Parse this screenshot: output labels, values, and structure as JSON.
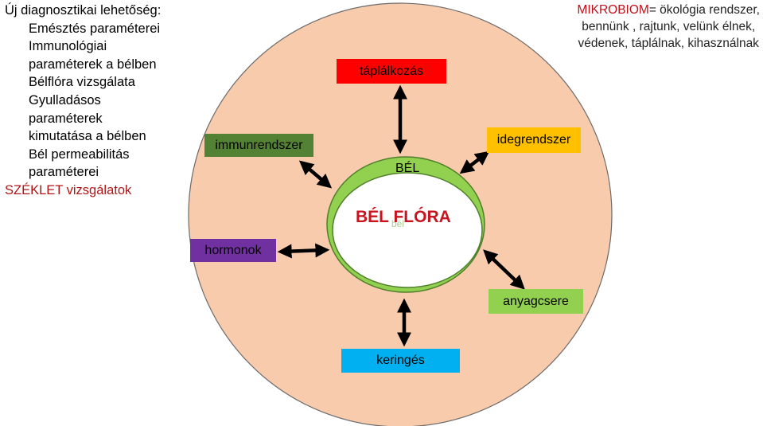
{
  "sidebar": {
    "title": "Új diagnosztikai lehetőség:",
    "items": [
      "Emésztés paraméterei",
      "Immunológiai",
      "paraméterek a bélben",
      "Bélflóra vizsgálata",
      "Gyulladásos",
      "paraméterek",
      "kimutatása a bélben",
      "Bél permeabilitás",
      "paraméterei"
    ],
    "footer": "SZÉKLET vizsgálatok"
  },
  "microbiom": {
    "lead": "MIKROBIOM",
    "line1_rest": "= ökológia rendszer,",
    "line2": "bennünk , rajtunk, velünk élnek,",
    "line3": "védenek, táplálnak, kihasználnak"
  },
  "center": {
    "bel": "BÉL",
    "flora": "BÉL FLÓRA",
    "ghost": "bél"
  },
  "boxes": {
    "taplalkozas": {
      "label": "táplálkozás",
      "color": "#ff0000",
      "text_color": "#000000"
    },
    "immunrendszer": {
      "label": "immunrendszer",
      "color": "#548235",
      "text_color": "#000000"
    },
    "idegrendszer": {
      "label": "idegrendszer",
      "color": "#ffc000",
      "text_color": "#000000"
    },
    "hormonok": {
      "label": "hormonok",
      "color": "#7030a0",
      "text_color": "#000000"
    },
    "anyagcsere": {
      "label": "anyagcsere",
      "color": "#92d050",
      "text_color": "#000000"
    },
    "keringes": {
      "label": "keringés",
      "color": "#00b0f0",
      "text_color": "#000000"
    }
  },
  "colors": {
    "outer_circle": "#f8cbad",
    "outer_stroke": "#6b6b6b",
    "ring": "#92d050",
    "ring_stroke": "#4f7f2a",
    "arrow": "#000000"
  }
}
